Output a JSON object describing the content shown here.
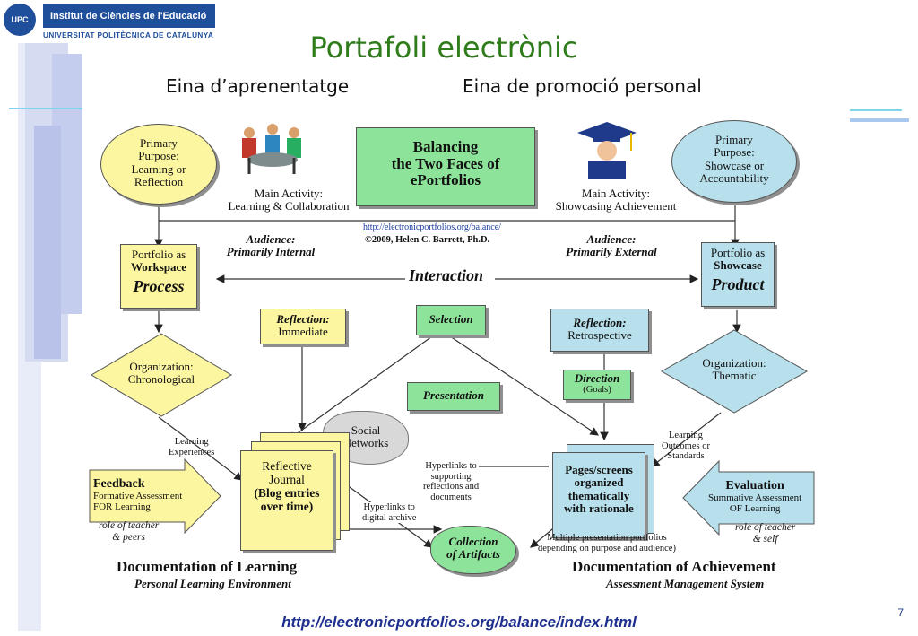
{
  "header": {
    "logo_mark": "UPC",
    "institute": "Institut de Ciències de l'Educació",
    "university": "UNIVERSITAT POLITÈCNICA DE CATALUNYA"
  },
  "title": "Portafoli electrònic",
  "subtitle_left": "Eina d’aprenentatge",
  "subtitle_right": "Eina de promoció personal",
  "diagram": {
    "primary_left": [
      "Primary",
      "Purpose:",
      "Learning or",
      "Reflection"
    ],
    "primary_right": [
      "Primary",
      "Purpose:",
      "Showcase or",
      "Accountability"
    ],
    "center_title": [
      "Balancing",
      "the Two Faces of",
      "ePortfolios"
    ],
    "credit_url": "http://electronicportfolios.org/balance/",
    "credit": "©2009, Helen C. Barrett, Ph.D.",
    "main_left": [
      "Main Activity:",
      "Learning & Collaboration"
    ],
    "main_right": [
      "Main Activity:",
      "Showcasing Achievement"
    ],
    "audience_left": [
      "Audience:",
      "Primarily Internal"
    ],
    "audience_right": [
      "Audience:",
      "Primarily External"
    ],
    "workspace": [
      "Portfolio as",
      "Workspace",
      "Process"
    ],
    "showcase": [
      "Portfolio as",
      "Showcase",
      "Product"
    ],
    "interaction": "Interaction",
    "reflection_immediate": [
      "Reflection:",
      "Immediate"
    ],
    "selection": "Selection",
    "presentation": "Presentation",
    "reflection_retro": [
      "Reflection:",
      "Retrospective"
    ],
    "direction": [
      "Direction",
      "(Goals)"
    ],
    "org_left": [
      "Organization:",
      "Chronological"
    ],
    "org_right": [
      "Organization:",
      "Thematic"
    ],
    "social": [
      "Social",
      "Networks"
    ],
    "journal": [
      "Reflective",
      "Journal",
      "(Blog entries",
      "over time)"
    ],
    "pages": [
      "Pages/screens",
      "organized",
      "thematically",
      "with rationale"
    ],
    "learning_exp": [
      "Learning",
      "Experiences"
    ],
    "learning_outcomes": [
      "Learning",
      "Outcomes or",
      "Standards"
    ],
    "hyperlinks_support": [
      "Hyperlinks to",
      "supporting",
      "reflections and",
      "documents"
    ],
    "hyperlinks_archive": [
      "Hyperlinks to",
      "digital archive"
    ],
    "collection": [
      "Collection",
      "of Artifacts"
    ],
    "multiple": [
      "Multiple presentation portfolios",
      "depending on purpose and audience)"
    ],
    "feedback": [
      "Feedback",
      "Formative Assessment",
      "FOR Learning"
    ],
    "evaluation": [
      "Evaluation",
      "Summative Assessment",
      "OF Learning"
    ],
    "role_left": [
      "role of teacher",
      "& peers"
    ],
    "role_right": [
      "role of teacher",
      "& self"
    ],
    "doc_learning": "Documentation of Learning",
    "ple": "Personal Learning Environment",
    "doc_achievement": "Documentation of Achievement",
    "ams": "Assessment Management System"
  },
  "footer_url": "http://electronicportfolios.org/balance/index.html",
  "page_number": "7",
  "colors": {
    "title": "#2e7d1a",
    "brand": "#1f4e9b",
    "yellow": "#fdf6a0",
    "blue": "#b7e0ec",
    "green": "#8ee39b"
  }
}
